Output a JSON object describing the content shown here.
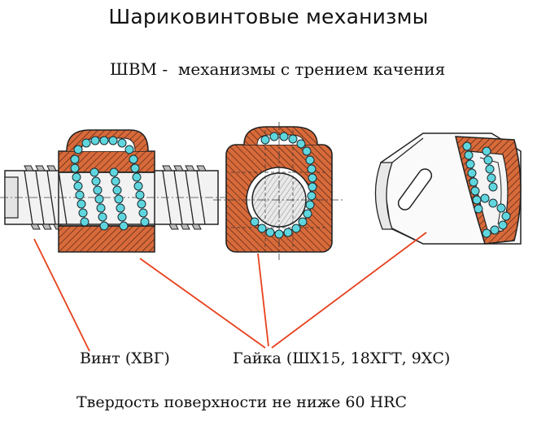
{
  "slide": {
    "title": "Шариковинтовые механизмы",
    "subtitle": "ШВМ -  механизмы с трением качения"
  },
  "labels": {
    "screw": "Винт (ХВГ)",
    "nut": "Гайка (ШХ15, 18ХГТ, 9ХС)",
    "hardness": "Твердость поверхности не ниже 60 HRC"
  },
  "colors": {
    "nut": "#d86a3a",
    "balls": "#5fd6de",
    "leader": "#e8401c"
  }
}
